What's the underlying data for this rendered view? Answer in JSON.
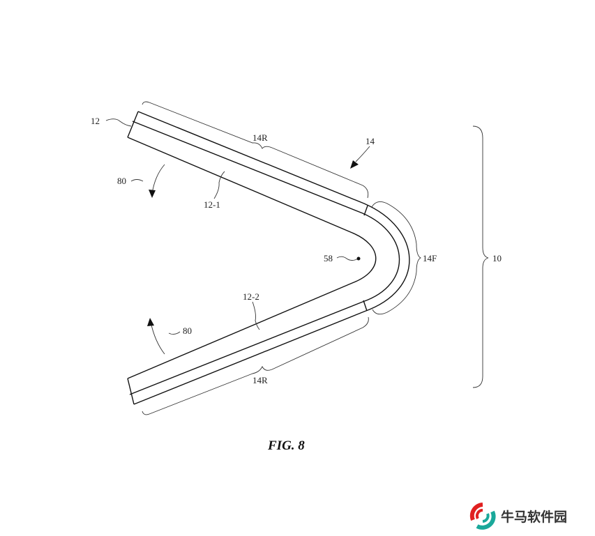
{
  "figure": {
    "caption": "FIG. 8",
    "labels": {
      "device": "10",
      "display": "12",
      "display_portion_1": "12-1",
      "display_portion_2": "12-2",
      "housing": "14",
      "rigid_portion_top": "14R",
      "rigid_portion_bottom": "14R",
      "flexible_portion": "14F",
      "bend_axis": "58",
      "rotation_top": "80",
      "rotation_bottom": "80"
    }
  },
  "watermark": {
    "text": "牛马软件园",
    "colors": {
      "red": "#e02020",
      "teal": "#1aa89a"
    }
  }
}
